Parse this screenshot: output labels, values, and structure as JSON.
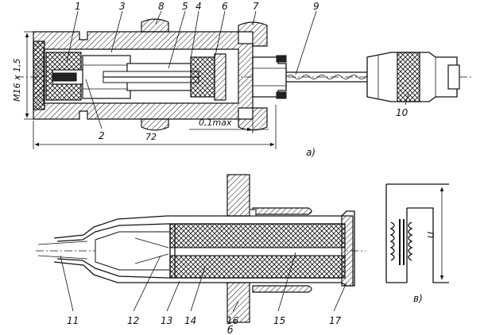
{
  "callouts_a": [
    "1",
    "2",
    "3",
    "8",
    "5",
    "4",
    "6",
    "7",
    "9",
    "10"
  ],
  "callouts_b": [
    "11",
    "12",
    "13",
    "14",
    "16",
    "15",
    "17"
  ],
  "dimensions": {
    "thread": "M16 x 1,5",
    "length": "72",
    "gap": "0,1max",
    "voltage": "U"
  },
  "subfigure_labels": {
    "a": "а)",
    "b": "б",
    "v": "в)"
  }
}
